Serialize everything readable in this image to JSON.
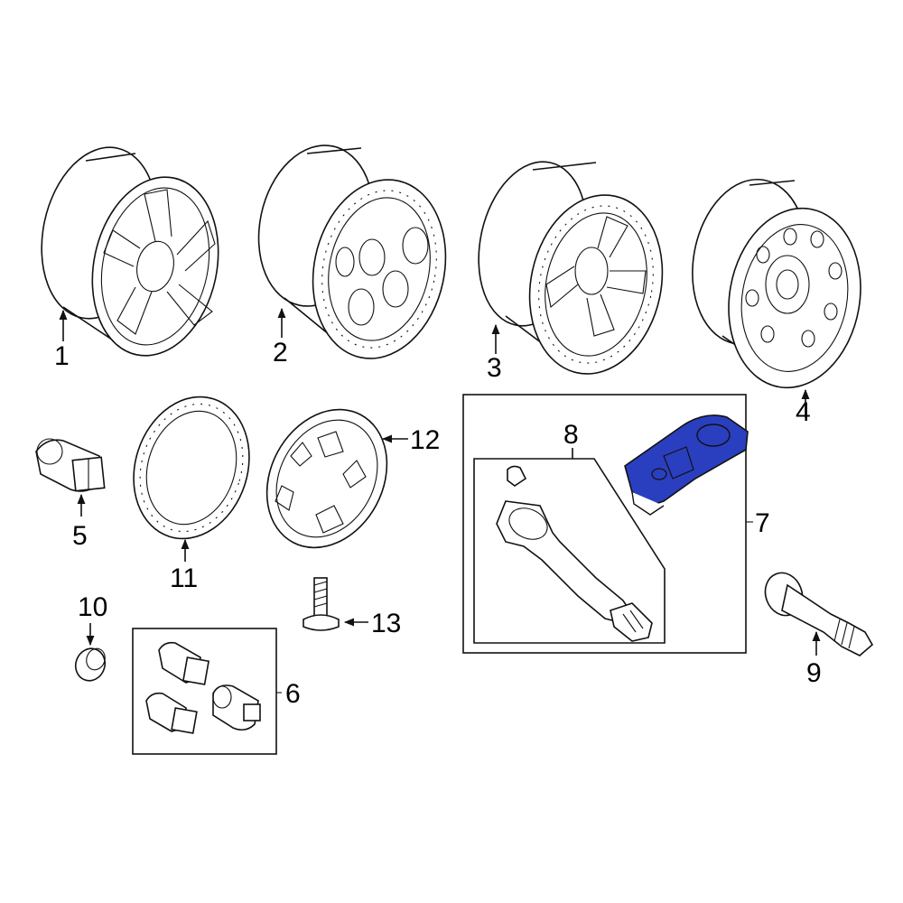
{
  "diagram": {
    "callouts": [
      {
        "id": "1",
        "label": "1"
      },
      {
        "id": "2",
        "label": "2"
      },
      {
        "id": "3",
        "label": "3"
      },
      {
        "id": "4",
        "label": "4"
      },
      {
        "id": "5",
        "label": "5"
      },
      {
        "id": "6",
        "label": "6"
      },
      {
        "id": "7",
        "label": "7"
      },
      {
        "id": "8",
        "label": "8"
      },
      {
        "id": "9",
        "label": "9"
      },
      {
        "id": "10",
        "label": "10"
      },
      {
        "id": "11",
        "label": "11"
      },
      {
        "id": "12",
        "label": "12"
      },
      {
        "id": "13",
        "label": "13"
      }
    ],
    "highlight_color": "#2a3fbf"
  }
}
